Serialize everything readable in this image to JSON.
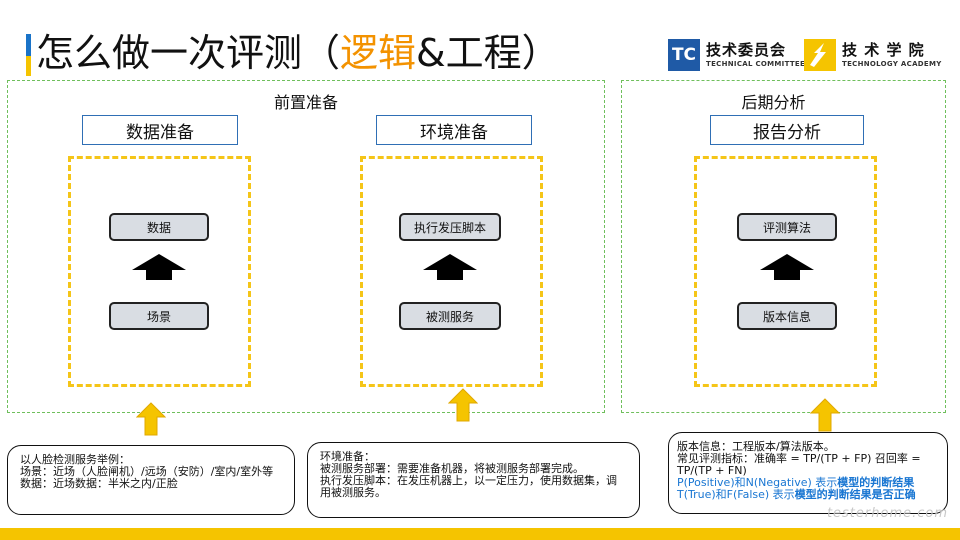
{
  "title": {
    "main": "怎么做一次评测（",
    "highlight": "逻辑",
    "tail": "&工程）"
  },
  "logos": {
    "tc": {
      "mark": "TC",
      "cn": "技术委员会",
      "en": "TECHNICAL COMMITTEE"
    },
    "ta": {
      "cn": "技 术 学 院",
      "en": "TECHNOLOGY ACADEMY"
    }
  },
  "groups": {
    "pre": {
      "label": "前置准备",
      "data_prep": {
        "header": "数据准备",
        "top": "数据",
        "bottom": "场景"
      },
      "env_prep": {
        "header": "环境准备",
        "top": "执行发压脚本",
        "bottom": "被测服务"
      }
    },
    "post": {
      "label": "后期分析",
      "report": {
        "header": "报告分析",
        "top": "评测算法",
        "bottom": "版本信息"
      }
    }
  },
  "notes": {
    "left": [
      "以人脸检测服务举例：",
      "场景：近场（人脸闸机）/远场（安防）/室内/室外等",
      "数据：近场数据：半米之内/正脸"
    ],
    "middle": [
      "环境准备：",
      "被测服务部署：需要准备机器，将被测服务部署完成。",
      "执行发压脚本：在发压机器上，以一定压力，使用数据集，调用被测服务。"
    ],
    "right": {
      "lines": [
        "版本信息：工程版本/算法版本。",
        "常见评测指标：准确率 = TP/(TP + FP) 召回率 = TP/(TP + FN)"
      ],
      "blue1_pre": "P(Positive)和N(Negative) 表示",
      "blue1_bold": "模型的判断结果",
      "blue2_pre": "T(True)和F(False) 表示",
      "blue2_bold": "模型的判断结果是否正确"
    }
  },
  "watermark": "testerhome.com",
  "colors": {
    "accent": "#f39200",
    "yellow": "#f5c518",
    "blue": "#1976d2",
    "group_border": "#6fbf5c"
  }
}
